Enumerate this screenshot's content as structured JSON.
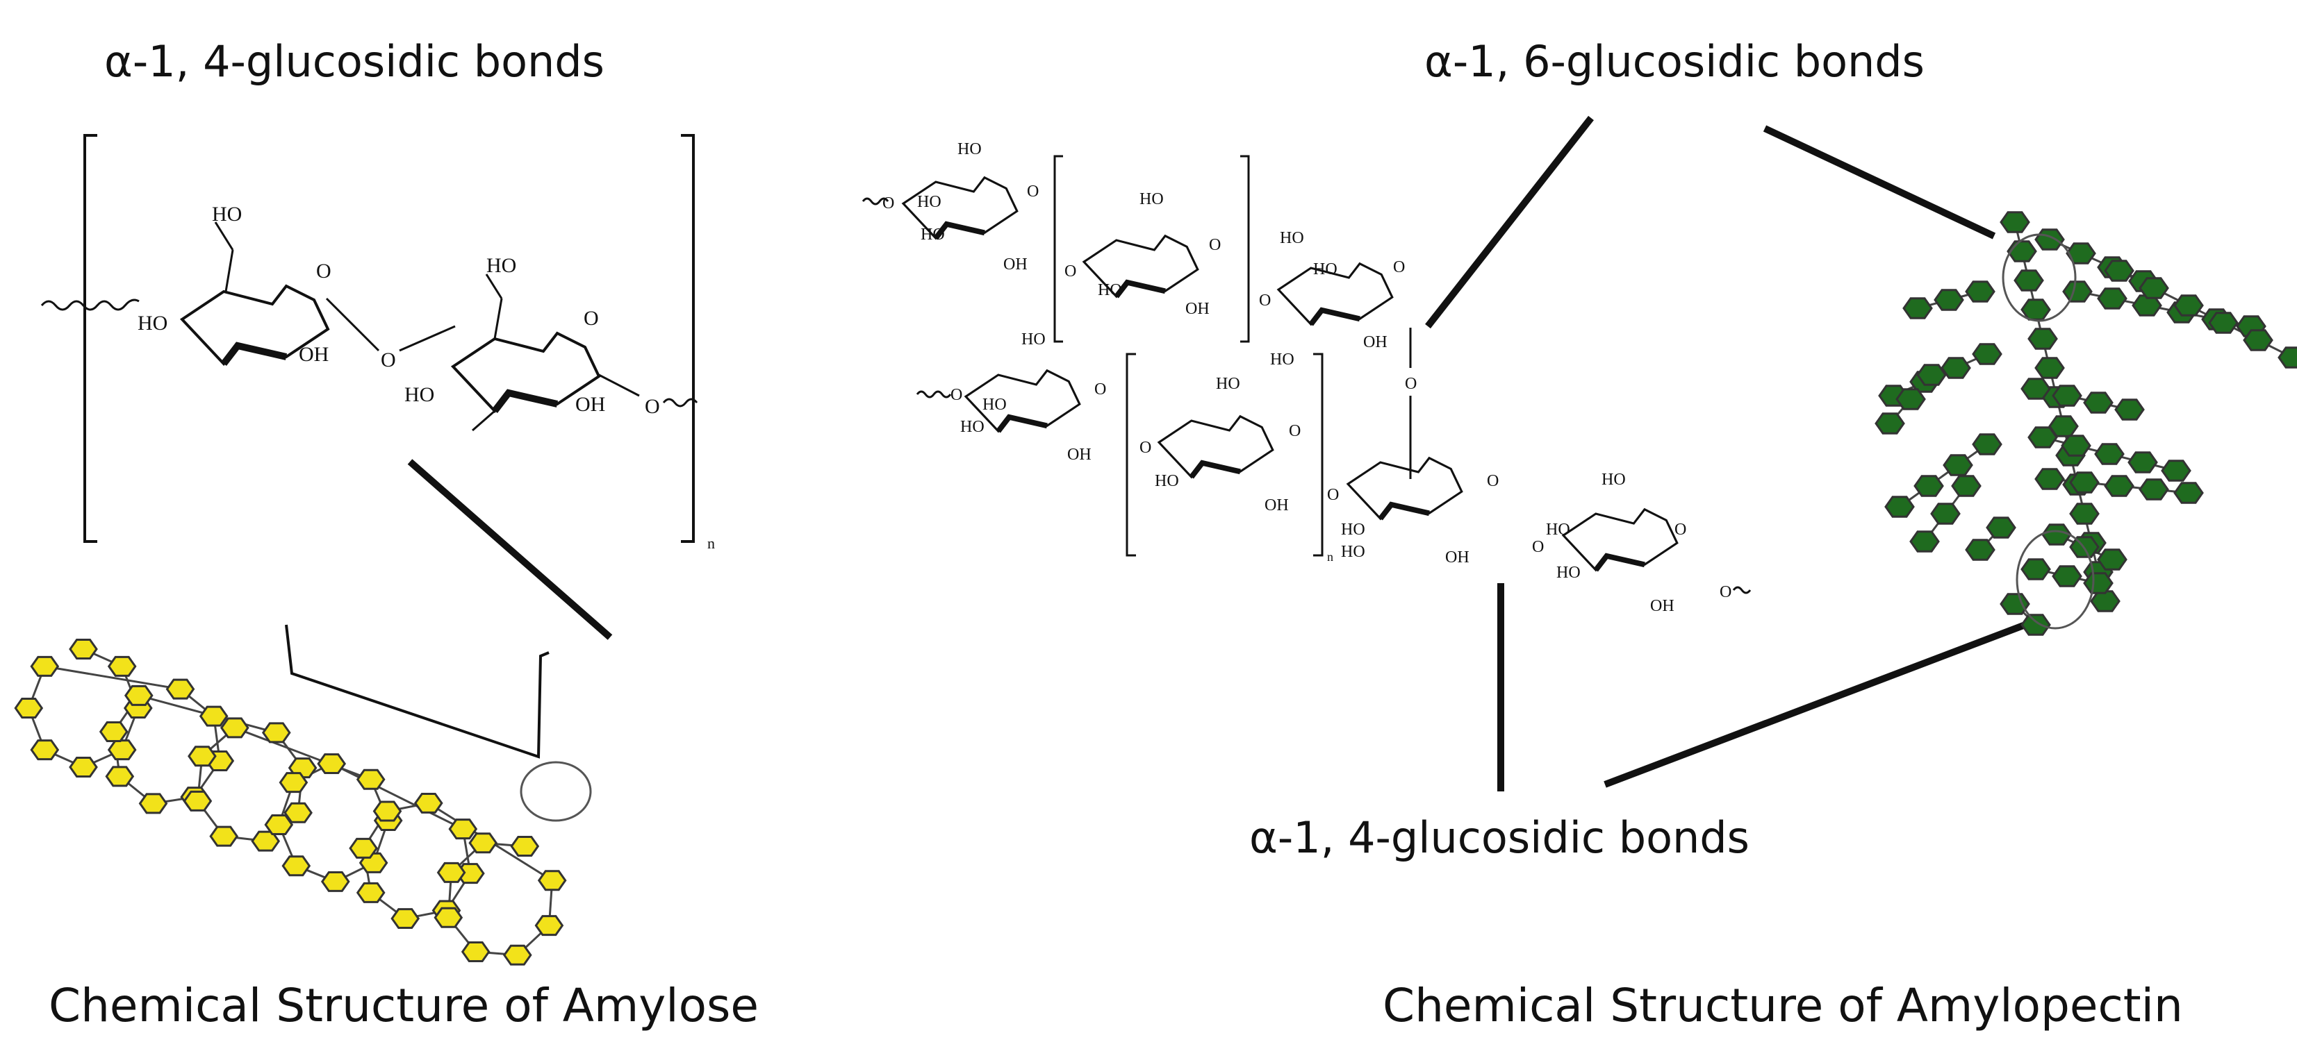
{
  "labels": {
    "amylose_bond": "α-1, 4-glucosidic bonds",
    "amylopectin_branch_bond": "α-1, 6-glucosidic bonds",
    "amylopectin_linear_bond": "α-1, 4-glucosidic bonds",
    "amylose_title": "Chemical Structure of  Amylose",
    "amylopectin_title": "Chemical Structure of  Amylopectin"
  },
  "chem": {
    "ho": "HO",
    "oh": "OH",
    "o": "O",
    "n": "n"
  },
  "colors": {
    "amylose_unit": "#f2e21a",
    "amylopectin_unit": "#1f6b1f",
    "line": "#111111"
  },
  "icons": {
    "amylose_unit": "hexagon-yellow",
    "amylopectin_unit": "hexagon-green"
  }
}
